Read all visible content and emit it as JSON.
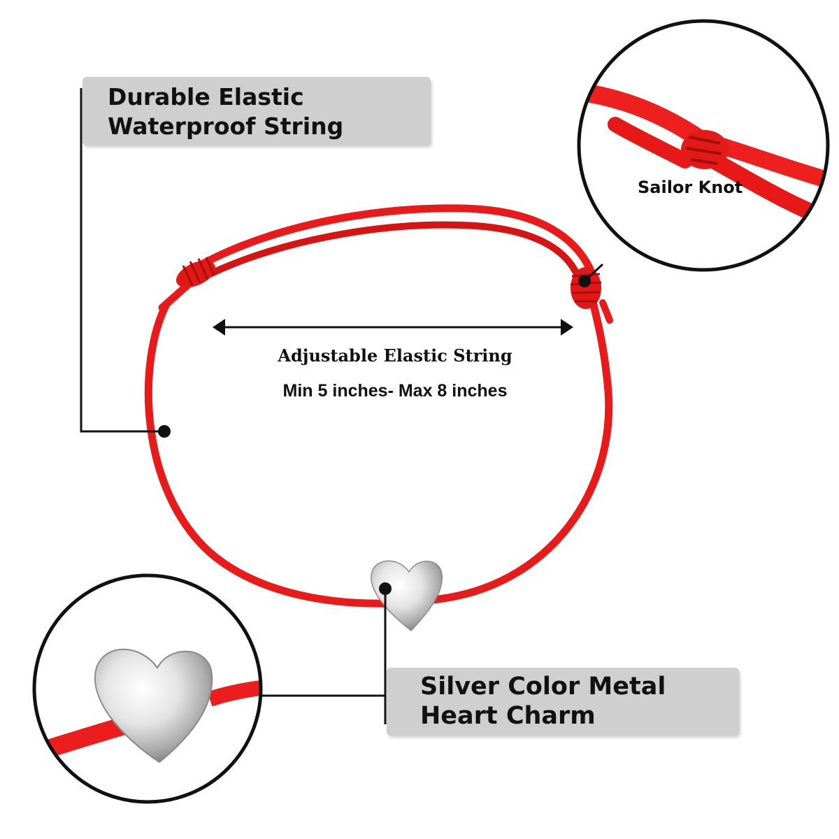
{
  "callouts": {
    "string": {
      "line1": "Durable Elastic",
      "line2": "Waterproof String"
    },
    "charm": {
      "line1": "Silver Color Metal",
      "line2": "Heart Charm"
    }
  },
  "annotations": {
    "adjustable": "Adjustable Elastic String",
    "size_range": "Min 5 inches- Max 8 inches",
    "knot": "Sailor Knot"
  },
  "colors": {
    "cord": "#ee1c1c",
    "callout_bg": "#cfcfcf",
    "text": "#111111",
    "silver": "#d8d8d8"
  },
  "icons": {
    "charm": "heart-icon",
    "arrow": "double-arrow-icon"
  }
}
